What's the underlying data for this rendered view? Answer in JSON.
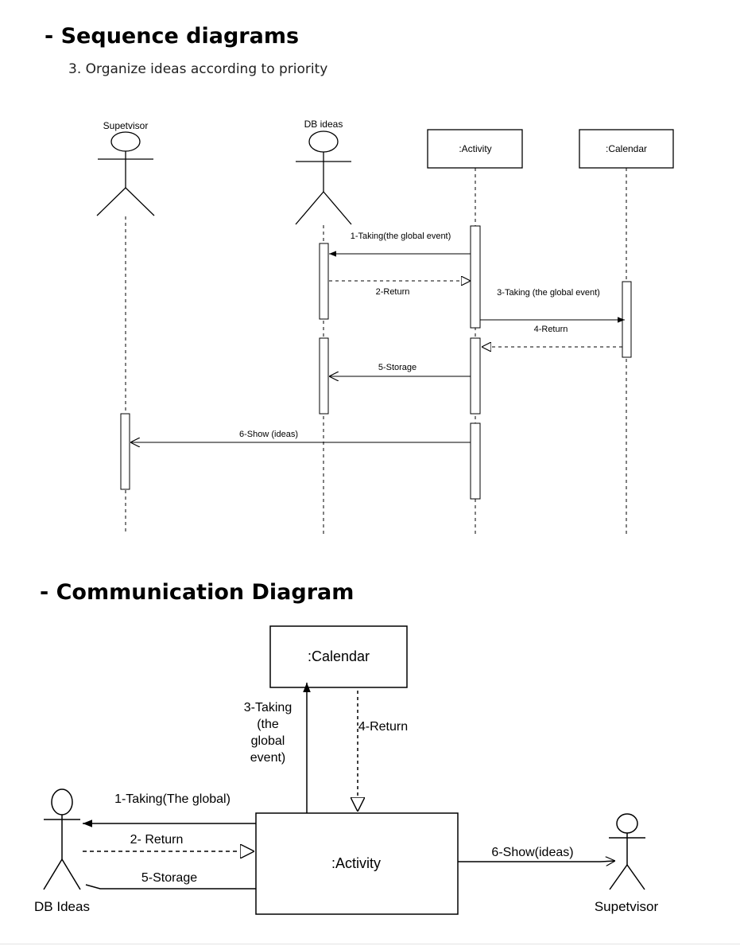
{
  "headings": {
    "sequence": "- Sequence diagrams",
    "sequence_subtitle": "3. Organize ideas according to priority",
    "communication": "- Communication Diagram"
  },
  "sequence": {
    "actors": [
      {
        "label": "Supetvisor"
      },
      {
        "label": "DB ideas"
      }
    ],
    "objects": [
      {
        "label": ":Activity"
      },
      {
        "label": ":Calendar"
      }
    ],
    "messages": [
      {
        "label": "1-Taking(the global event)"
      },
      {
        "label": "2-Return"
      },
      {
        "label": "3-Taking (the global event)"
      },
      {
        "label": "4-Return"
      },
      {
        "label": "5-Storage"
      },
      {
        "label": "6-Show (ideas)"
      }
    ]
  },
  "communication": {
    "objects": [
      {
        "label": ":Calendar"
      },
      {
        "label": ":Activity"
      }
    ],
    "actors": [
      {
        "label": "DB Ideas"
      },
      {
        "label": "Supetvisor"
      }
    ],
    "messages": {
      "taking": "1-Taking(The global)",
      "return": "2- Return",
      "taking_calendar": [
        "3-Taking",
        "(the",
        "global",
        "event)"
      ],
      "return_calendar": "4-Return",
      "storage": "5-Storage",
      "show": "6-Show(ideas)"
    }
  }
}
